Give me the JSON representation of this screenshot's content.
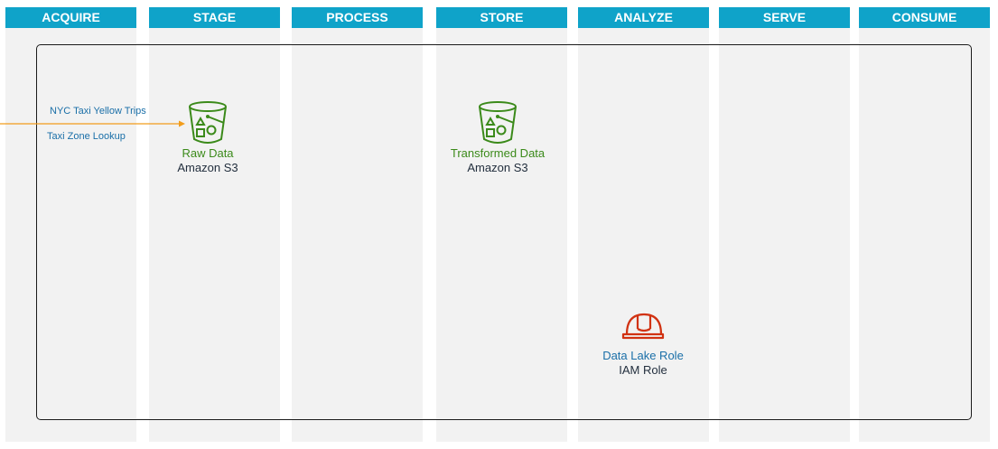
{
  "columns": [
    {
      "label": "ACQUIRE"
    },
    {
      "label": "STAGE"
    },
    {
      "label": "PROCESS"
    },
    {
      "label": "STORE"
    },
    {
      "label": "ANALYZE"
    },
    {
      "label": "SERVE"
    },
    {
      "label": "CONSUME"
    }
  ],
  "flow_labels": {
    "trips": "NYC Taxi Yellow Trips",
    "zones": "Taxi Zone Lookup"
  },
  "nodes": {
    "raw": {
      "name": "Raw Data",
      "service": "Amazon S3",
      "icon": "s3-bucket-icon"
    },
    "transformed": {
      "name": "Transformed Data",
      "service": "Amazon S3",
      "icon": "s3-bucket-icon"
    },
    "role": {
      "name": "Data Lake Role",
      "service": "IAM Role",
      "icon": "iam-role-helmet-icon"
    }
  },
  "colors": {
    "header": "#0fa3c9",
    "column_bg": "#f2f2f2",
    "s3_green": "#3b8a1a",
    "iam_red": "#d13212",
    "arrow_orange": "#f29d1c",
    "link_blue": "#1a6fa8"
  }
}
